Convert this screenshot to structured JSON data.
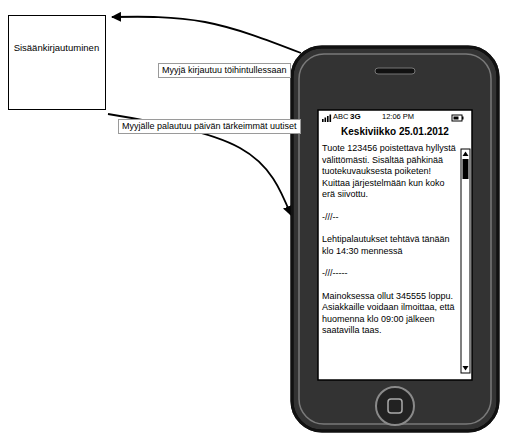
{
  "diagram": {
    "nodes": [
      {
        "text": [
          "Sisäänkirjautuminen"
        ]
      },
      {
        "text": [
          "ABC",
          "3G",
          "12:06 PM",
          "Keskiviikko 25.01.2012",
          "Tuote 123456 poistettava hyllystä välittömästi. Sisältää pähkinää tuotekuvauksesta poiketen! Kuittaa järjestelmään kun koko erä siivottu.",
          "-///--",
          "Lehtipalautukset tehtävä tänään klo 14:30 mennessä",
          "-///-----",
          "Mainoksessa ollut 345555 loppu. Asiakkaille voidaan ilmoittaa, että huomenna klo 09:00 jälkeen saatavilla taas."
        ]
      }
    ],
    "edges": [
      {
        "from": 1,
        "to": 0,
        "arrow": "to",
        "label": "Myyjä kirjautuu töihintullessaan"
      },
      {
        "from": 0,
        "to": 1,
        "arrow": "to",
        "label": "Myyjälle palautuu päivän tärkeimmät uutiset"
      }
    ]
  }
}
